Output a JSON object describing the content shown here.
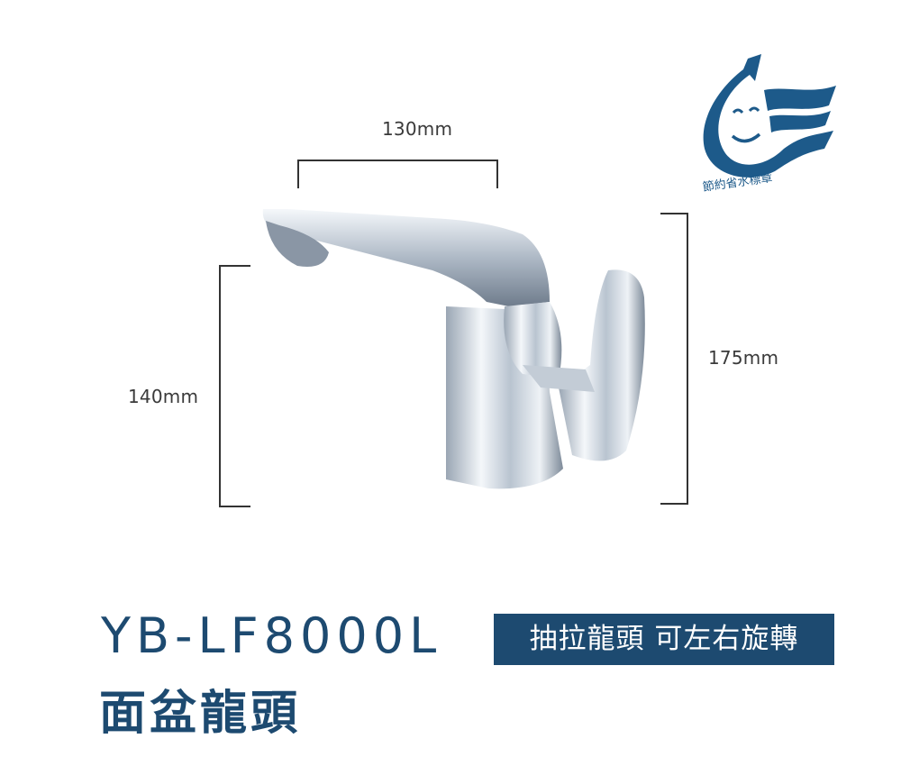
{
  "dimensions": {
    "width": "130mm",
    "height_spout": "140mm",
    "height_total": "175mm"
  },
  "product": {
    "model": "YB-LF8000L",
    "feature_badge": "抽拉龍頭 可左右旋轉",
    "name": "面盆龍頭"
  },
  "logo": {
    "text": "省水標章",
    "color": "#1d5a8a"
  },
  "colors": {
    "brand": "#1d4a70"
  }
}
